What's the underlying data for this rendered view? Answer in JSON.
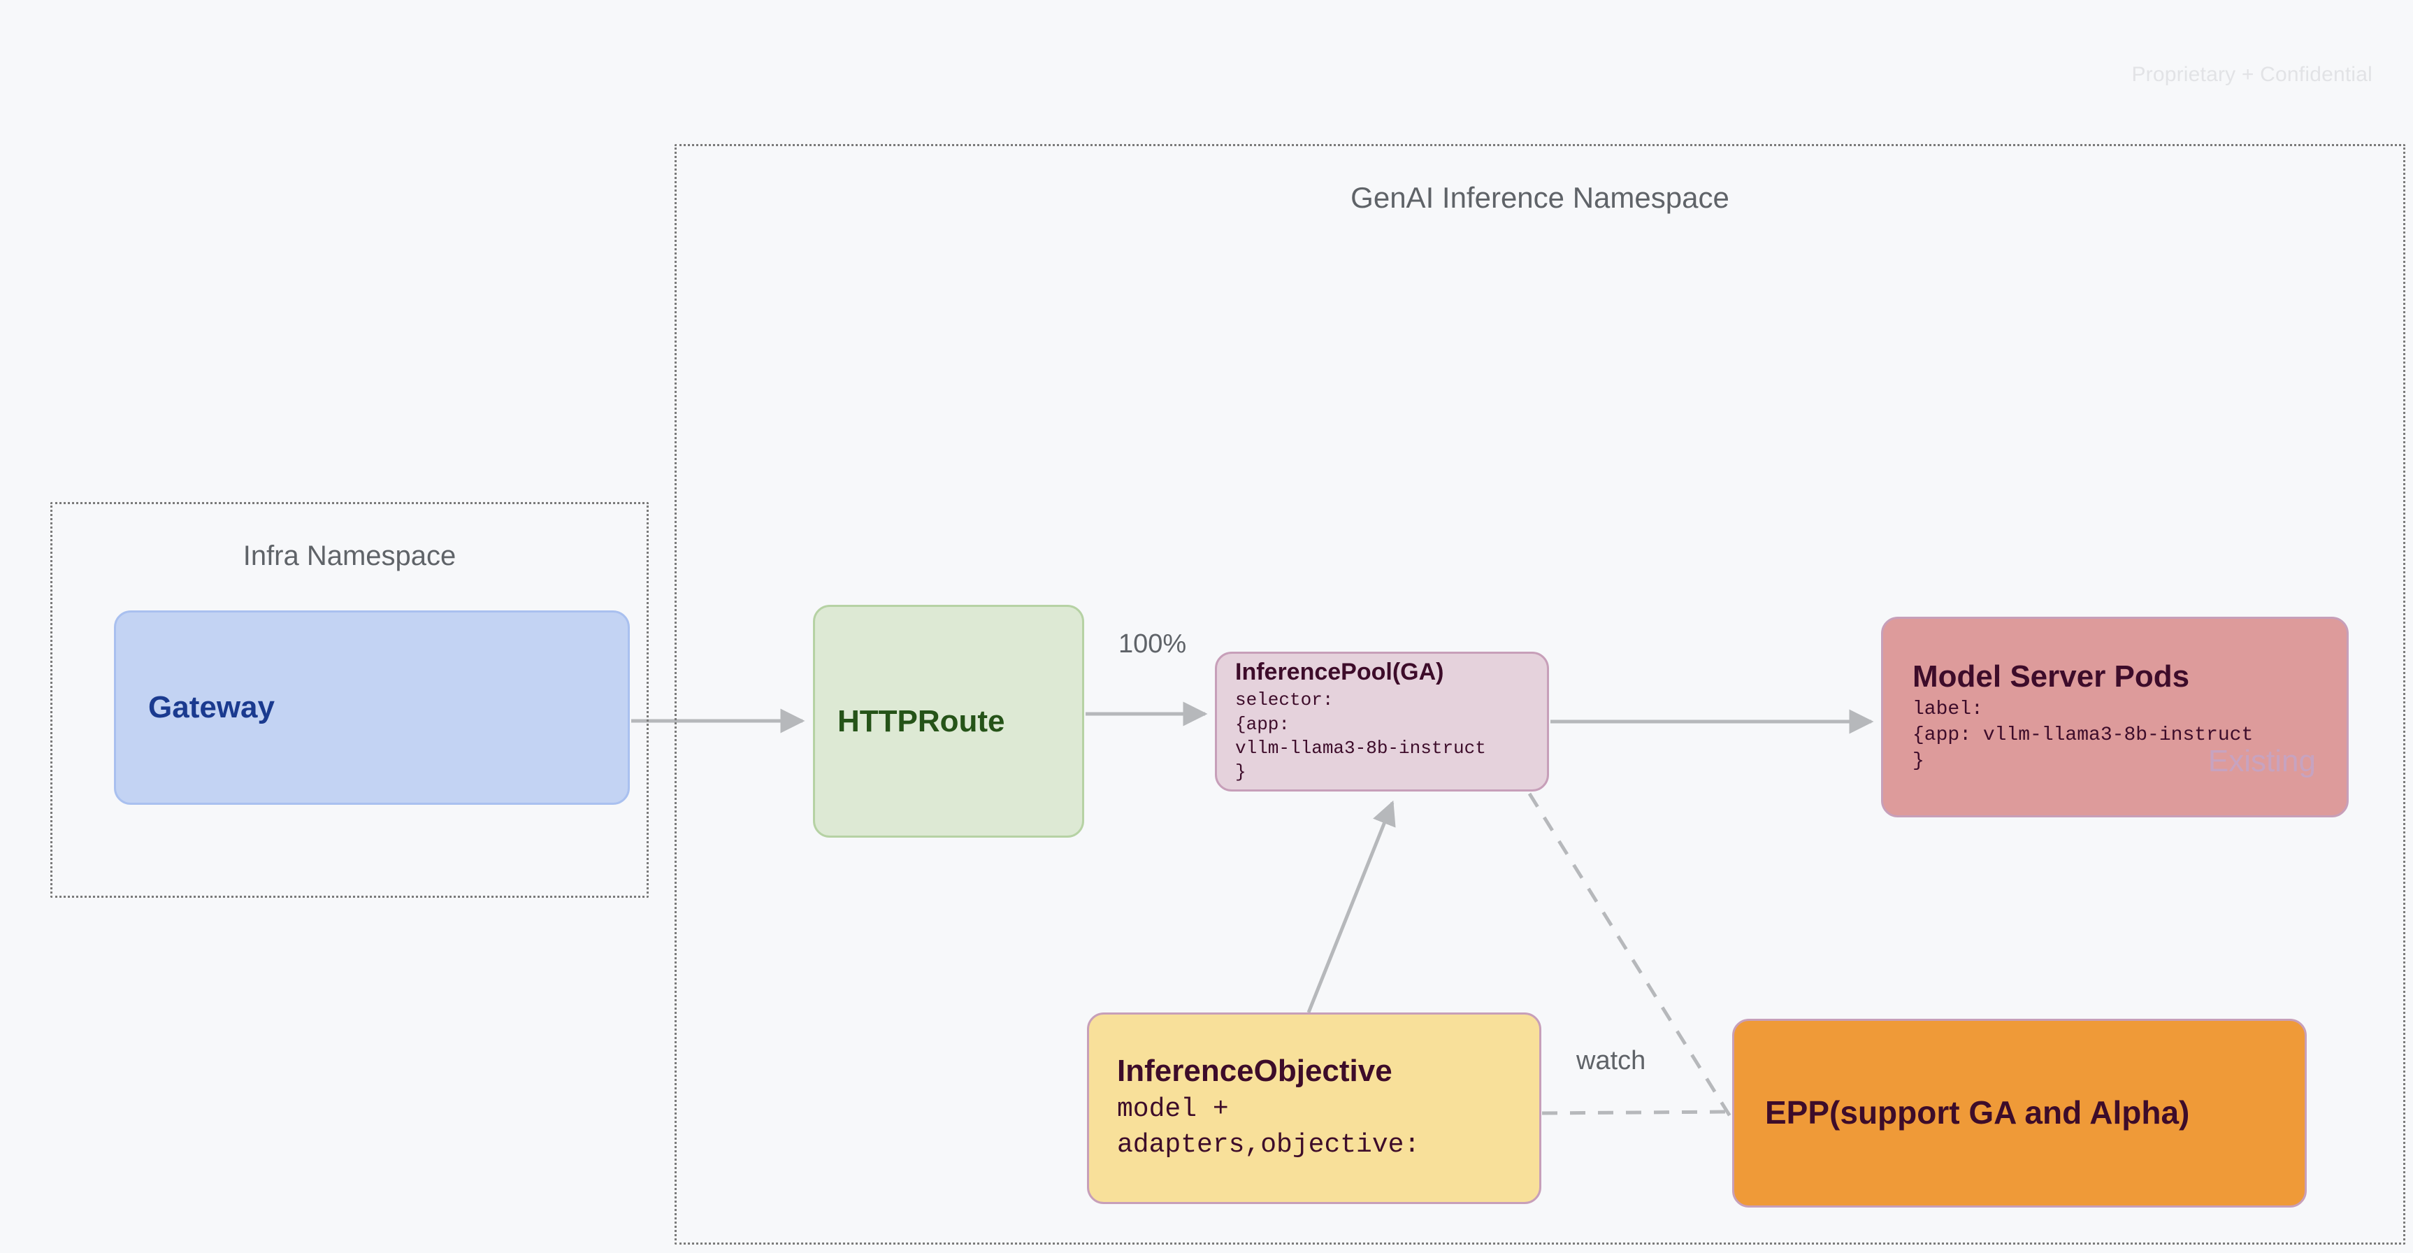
{
  "page": {
    "confidential_notice": "Proprietary + Confidential"
  },
  "namespaces": [
    {
      "id": "genai",
      "title": "GenAI Inference Namespace"
    },
    {
      "id": "infra",
      "title": "Infra Namespace"
    }
  ],
  "nodes": {
    "gateway": {
      "title": "Gateway"
    },
    "httproute": {
      "title": "HTTPRoute"
    },
    "inferencepool": {
      "title": "InferencePool(GA)",
      "body": "selector:\n{app:\nvllm-llama3-8b-instruct\n}"
    },
    "modelserver": {
      "title": "Model Server Pods",
      "body": "label:\n{app: vllm-llama3-8b-instruct\n}",
      "badge": "Existing"
    },
    "inferenceobjective": {
      "title": "InferenceObjective",
      "body": "model +\nadapters,objective:"
    },
    "epp": {
      "title": "EPP(support GA and Alpha)"
    }
  },
  "edges": [
    {
      "id": "gateway-to-httproute",
      "from": "gateway",
      "to": "httproute",
      "label": "",
      "style": "solid"
    },
    {
      "id": "httproute-to-inferencepool",
      "from": "httproute",
      "to": "inferencepool",
      "label": "100%",
      "style": "solid"
    },
    {
      "id": "inferencepool-to-modelserver",
      "from": "inferencepool",
      "to": "modelserver",
      "label": "",
      "style": "solid"
    },
    {
      "id": "inferenceobjective-to-inferencepool",
      "from": "inferenceobjective",
      "to": "inferencepool",
      "label": "",
      "style": "solid"
    },
    {
      "id": "inferencepool-to-epp",
      "from": "inferencepool",
      "to": "epp",
      "label": "",
      "style": "dashed"
    },
    {
      "id": "inferenceobjective-to-epp",
      "from": "inferenceobjective",
      "to": "epp",
      "label": "watch",
      "style": "dashed"
    }
  ],
  "colors": {
    "background": "#f7f8fa",
    "gateway_fill": "#c3d3f3",
    "httproute_fill": "#dde9d4",
    "inferencepool_fill": "#e5d2dc",
    "modelserver_fill": "#dd9b9b",
    "inferenceobjective_fill": "#f8e09a",
    "epp_fill": "#ef9a38",
    "edge_stroke": "#b6b8bb",
    "namespace_border": "#7a7a7a"
  }
}
